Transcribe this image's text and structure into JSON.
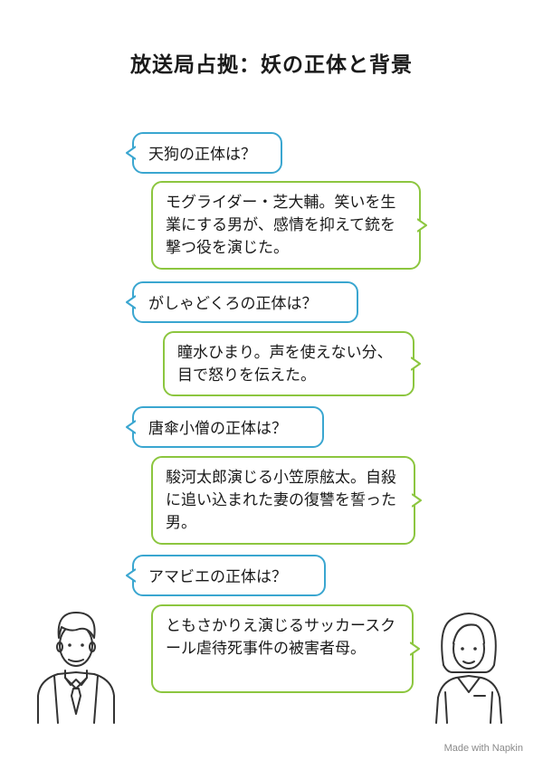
{
  "title": "放送局占拠：妖の正体と背景",
  "dialogue": [
    {
      "question": "天狗の正体は？",
      "answer": "モグライダー・芝大輔。笑いを生業にする男が、感情を抑えて銃を撃つ役を演じた。"
    },
    {
      "question": "がしゃどくろの正体は？",
      "answer": "瞳水ひまり。声を使えない分、目で怒りを伝えた。"
    },
    {
      "question": "唐傘小僧の正体は？",
      "answer": "駿河太郎演じる小笠原舷太。自殺に追い込まれた妻の復讐を誓った男。"
    },
    {
      "question": "アマビエの正体は？",
      "answer": "ともさかりえ演じるサッカースクール虐待死事件の被害者母。"
    }
  ],
  "credit": "Made with Napkin",
  "colors": {
    "question_border": "#3aa6d0",
    "answer_border": "#8cc63f"
  }
}
